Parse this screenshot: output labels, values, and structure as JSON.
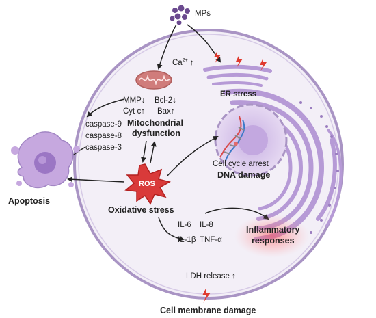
{
  "labels": {
    "mps": "MPs",
    "calcium": "Ca",
    "calcium_sup": "2+",
    "calcium_arrow": "↑",
    "er_stress": "ER stress",
    "mmp": "MMP↓",
    "bcl2": "Bcl-2↓",
    "cytc": "Cyt c↑",
    "bax": "Bax↑",
    "mito_line1": "Mitochondrial",
    "mito_line2": "dysfunction",
    "caspase9": "caspase-9",
    "caspase8": "caspase-8",
    "caspase3": "caspase-3",
    "apoptosis": "Apoptosis",
    "ros": "ROS",
    "oxidative_stress": "Oxidative stress",
    "cell_cycle_arrest": "Cell cycle arrest",
    "dna_damage": "DNA damage",
    "il6": "IL-6",
    "il8": "IL-8",
    "il1b": "IL-1β",
    "tnfa": "TNF-α",
    "inflam_line1": "Inflammatory",
    "inflam_line2": "responses",
    "ldh_release": "LDH release ↑",
    "cell_membrane_damage": "Cell membrane damage"
  },
  "colors": {
    "cell_fill": "#f3eff7",
    "cell_border": "#a994c4",
    "nucleus_fill": "#d9c6ec",
    "er_fill": "#b69ad6",
    "mitochondria": "#d07c7b",
    "ros_fill": "#d93a3a",
    "lightning": "#e03a2f",
    "mp_particles": "#6b4a8f",
    "apoptotic_cell": "#c6a8df",
    "inflammation_glow": "#ff6b6b"
  },
  "icons": [
    "microplastic-particles-icon",
    "mitochondria-icon",
    "endoplasmic-reticulum-icon",
    "lightning-icon",
    "dna-helix-icon",
    "ros-burst-icon",
    "apoptotic-cell-icon"
  ]
}
